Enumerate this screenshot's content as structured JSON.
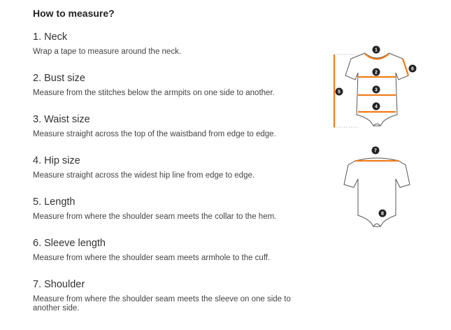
{
  "header": {
    "title": "How to measure?"
  },
  "steps": [
    {
      "heading": "1. Neck",
      "description": "Wrap a tape to measure around the neck."
    },
    {
      "heading": "2. Bust size",
      "description": "Measure from the stitches below the armpits on one side to another."
    },
    {
      "heading": "3. Waist size",
      "description": "Measure straight across the top of the waistband from edge to edge."
    },
    {
      "heading": "4. Hip size",
      "description": "Measure straight across the widest hip line from edge to edge."
    },
    {
      "heading": "5. Length",
      "description": "Measure from where the shoulder seam meets the collar to the hem."
    },
    {
      "heading": "6. Sleeve length",
      "description": "Measure from where the shoulder seam meets armhole to the cuff."
    },
    {
      "heading": "7. Shoulder",
      "description": "Measure from where the shoulder seam meets the sleeve on one side to another side."
    }
  ],
  "figure_markers": {
    "front": [
      "1",
      "2",
      "3",
      "4",
      "5",
      "6"
    ],
    "back": [
      "7",
      "8"
    ]
  },
  "colors": {
    "measure_line": "#f07c1c",
    "outline": "#555555",
    "marker": "#222222",
    "dotted_guide": "#bbbbbb"
  }
}
